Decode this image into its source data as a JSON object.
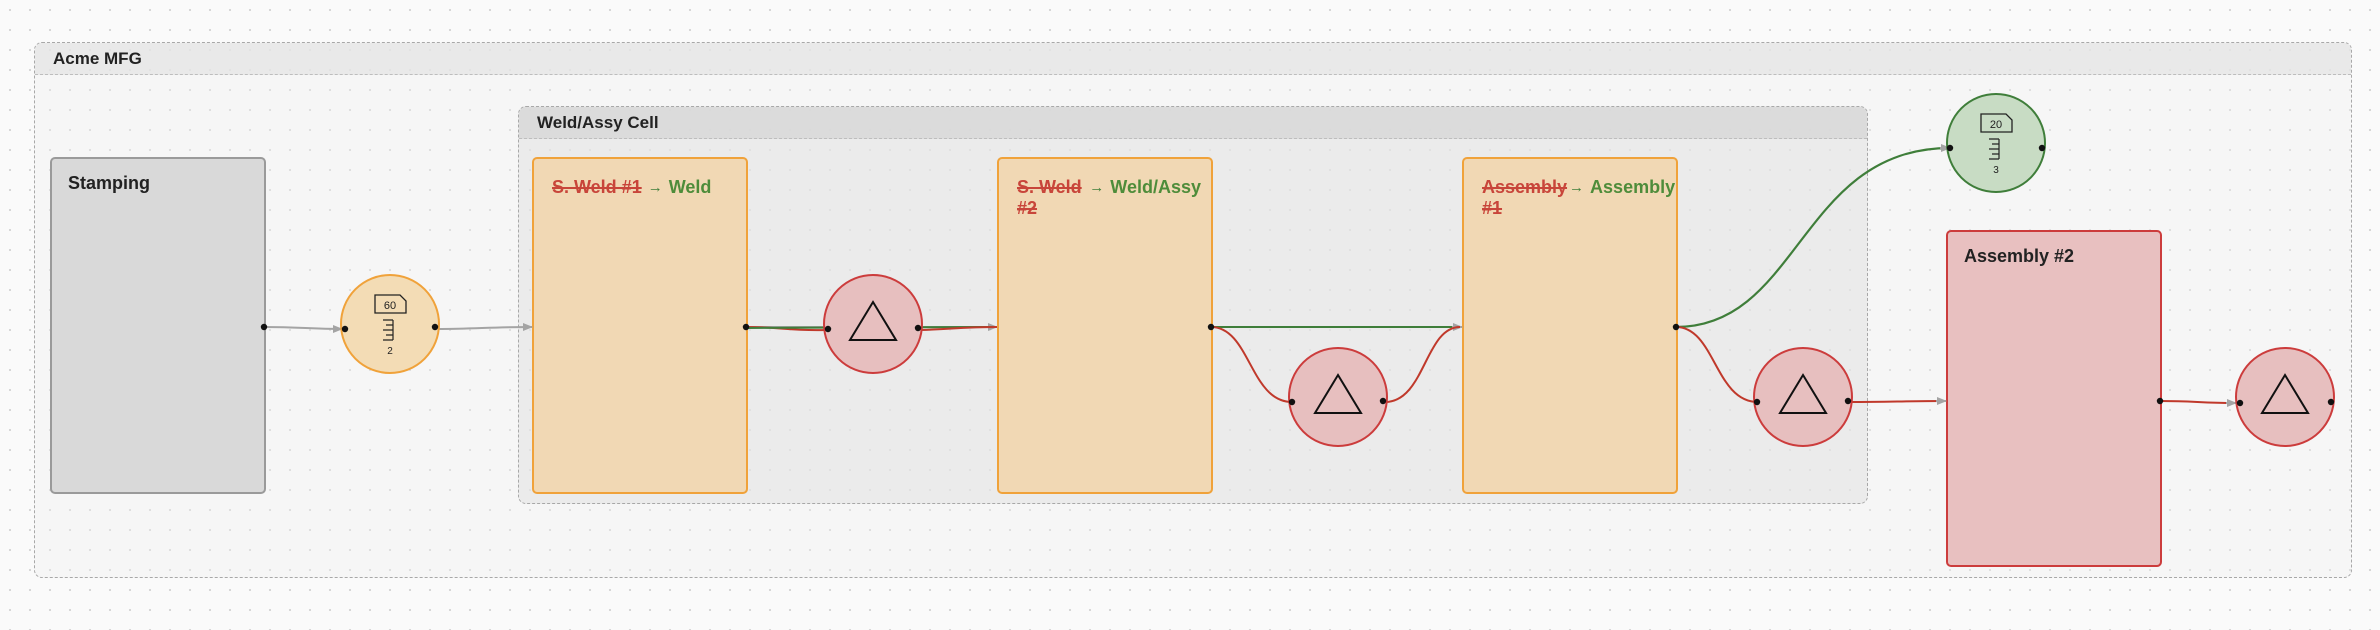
{
  "groups": {
    "plant": {
      "label": "Acme MFG"
    },
    "cell": {
      "label": "Weld/Assy Cell"
    }
  },
  "stations": {
    "stamping": {
      "name": "Stamping"
    },
    "weld1": {
      "old_name": "S. Weld #1",
      "arrow": "→",
      "new_name": "Weld"
    },
    "weld2": {
      "old_name": "S. Weld #2",
      "arrow": "→",
      "new_name": "Weld/Assy"
    },
    "assy1": {
      "old_name": "Assembly #1",
      "arrow": "→",
      "new_name": "Assembly"
    },
    "assy2": {
      "name": "Assembly #2"
    }
  },
  "supermarkets": {
    "stamping_out": {
      "capacity": "60",
      "count": "2"
    },
    "assembly_out": {
      "capacity": "20",
      "count": "3"
    }
  },
  "icons": {
    "supermarket": "kanban-supermarket-icon",
    "inventory": "inventory-triangle-icon"
  },
  "colors": {
    "gray": "#9a9a9a",
    "orange": "#f0a23a",
    "red": "#cc3c3c",
    "green": "#3f7e3a",
    "supermarket_fill": "#f3dcb5",
    "inventory_fill": "#e7bfbf",
    "green_fill": "#c8dcc4"
  }
}
